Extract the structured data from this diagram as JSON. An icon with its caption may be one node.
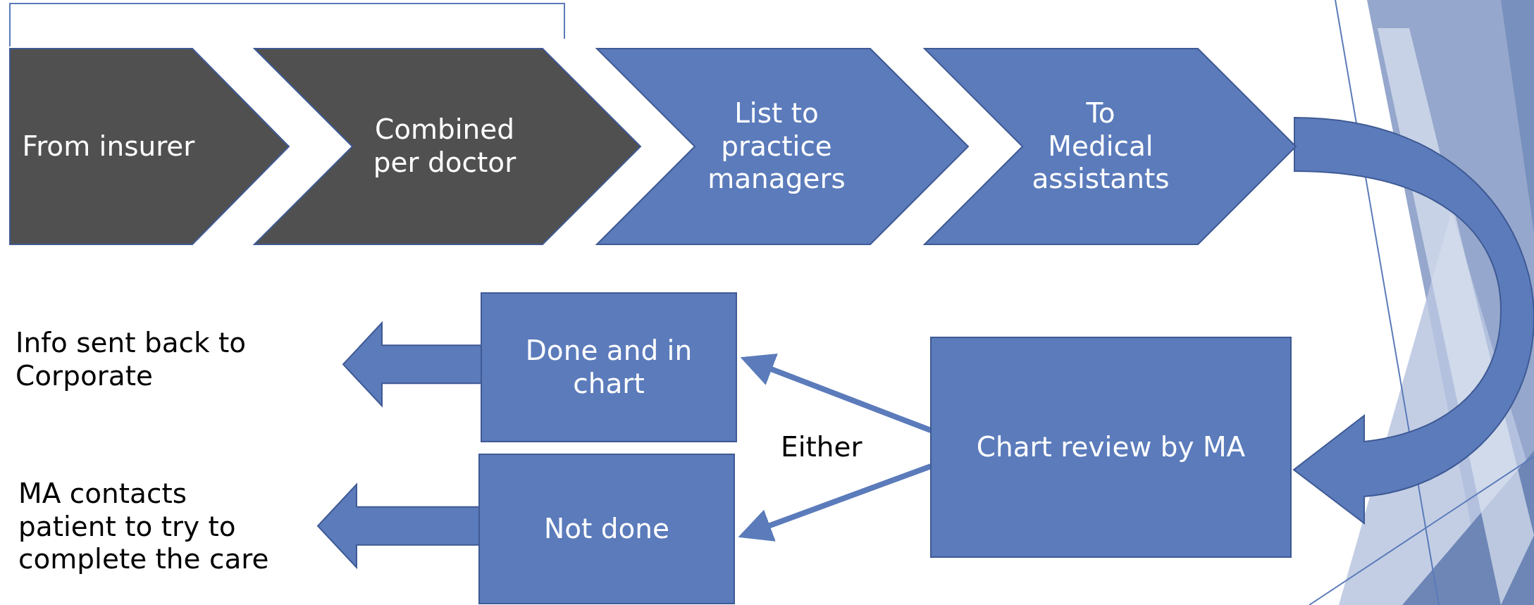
{
  "diagram": {
    "nodes": [
      {
        "text": [
          "From insurer"
        ]
      },
      {
        "text": [
          "Combined per doctor"
        ]
      },
      {
        "text": [
          "List to practice managers"
        ]
      },
      {
        "text": [
          "To Medical assistants"
        ]
      },
      {
        "text": [
          "Chart review by MA"
        ]
      },
      {
        "text": [
          "Done and in chart"
        ]
      },
      {
        "text": [
          "Not done"
        ]
      },
      {
        "text": [
          "Info sent back to Corporate"
        ]
      },
      {
        "text": [
          "MA contacts patient to try to complete the care"
        ]
      }
    ],
    "edges": [
      {
        "from": 3,
        "to": 4,
        "arrow": "to",
        "style": "thick"
      },
      {
        "from": 4,
        "to": 5,
        "arrow": "to"
      },
      {
        "from": 4,
        "to": 6,
        "arrow": "to"
      },
      {
        "from": 5,
        "to": 7,
        "arrow": "to",
        "style": "thick"
      },
      {
        "from": 6,
        "to": 8,
        "arrow": "to",
        "style": "thick"
      }
    ],
    "labels": [
      "Either"
    ]
  }
}
